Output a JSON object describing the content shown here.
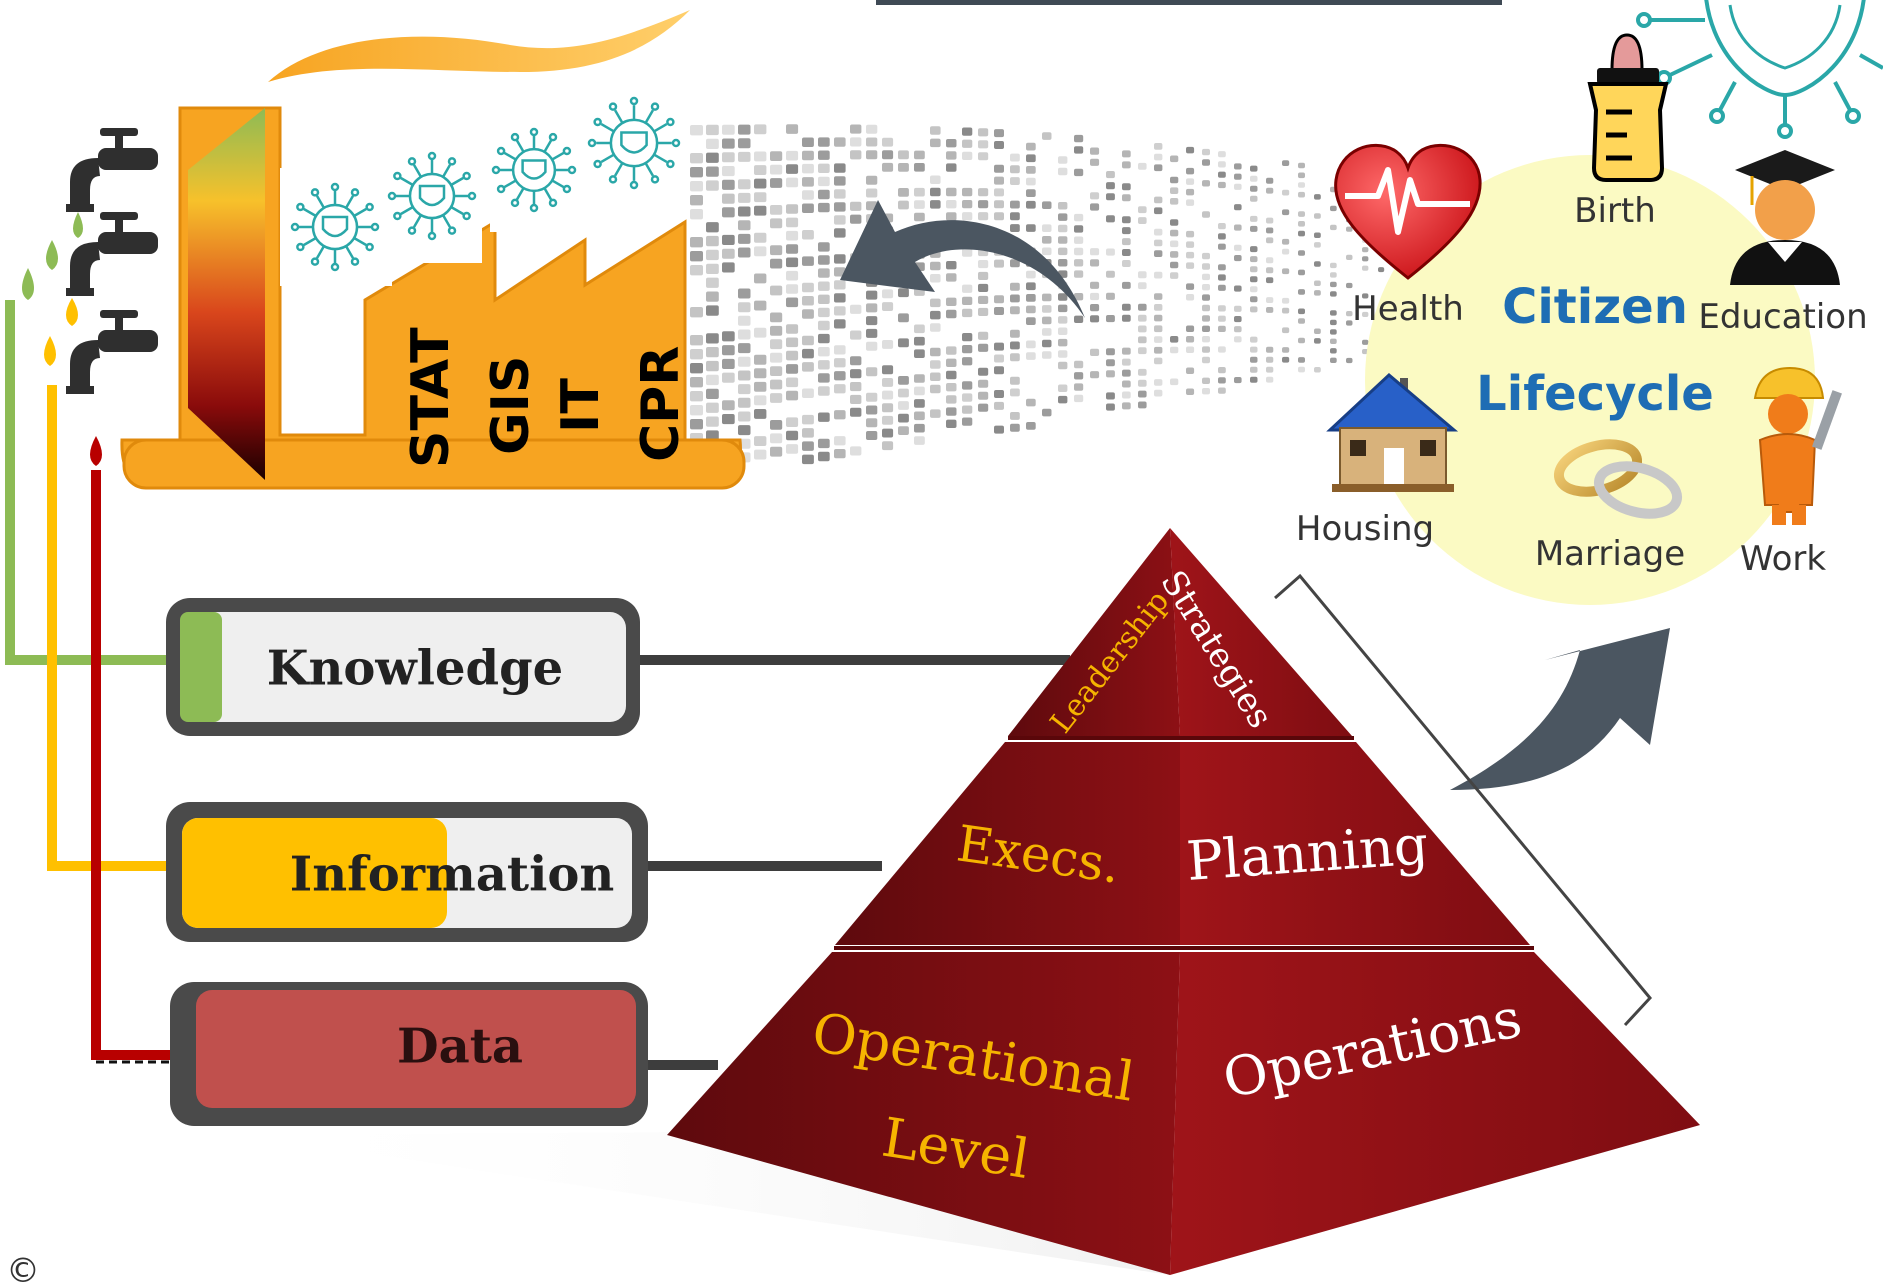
{
  "colors": {
    "factory": "#f7a421",
    "factory_edge": "#e08a0c",
    "pyramid": "#9c1217",
    "pyramid_dark": "#6e0b0f",
    "gold_text": "#f6b400",
    "citizen_blue": "#1e6db4",
    "arrow_gray": "#4b5661",
    "knowledge_green": "#8dbb55",
    "information_yellow": "#ffc000",
    "data_red": "#c0504d",
    "pipe_red": "#b80000",
    "cell_teal": "#4ab0b3",
    "lifecycle_bg": "#fbfac3"
  },
  "factory": {
    "stacks": [
      "STAT",
      "GIS",
      "IT",
      "CPR"
    ]
  },
  "lifecycle": {
    "title_line1": "Citizen",
    "title_line2": "Lifecycle",
    "items": {
      "birth": "Birth",
      "health": "Health",
      "education": "Education",
      "housing": "Housing",
      "marriage": "Marriage",
      "work": "Work"
    }
  },
  "tanks": {
    "knowledge": {
      "label": "Knowledge",
      "fill": 0.08
    },
    "information": {
      "label": "Information",
      "fill": 0.55
    },
    "data": {
      "label": "Data",
      "fill": 1.0
    }
  },
  "pyramid": {
    "top_left": "Leadership",
    "top_right": "Strategies",
    "middle_left": "Execs.",
    "middle_right": "Planning",
    "bottom_left_line1": "Operational",
    "bottom_left_line2": "Level",
    "bottom_right": "Operations"
  }
}
